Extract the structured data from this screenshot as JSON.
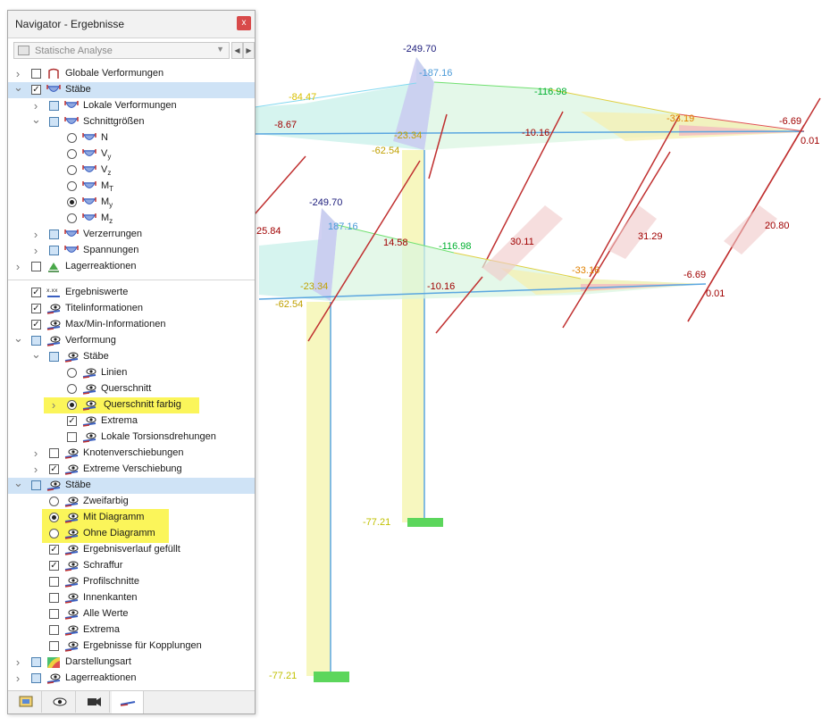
{
  "window": {
    "title": "Navigator - Ergebnisse",
    "close_label": "x"
  },
  "combo": {
    "value": "Statische Analyse"
  },
  "tree": [
    {
      "id": "globale",
      "label": "Globale Verformungen",
      "level": 0,
      "expander": "closed",
      "control": "checkbox",
      "state": "off",
      "icon": "deformation-icon"
    },
    {
      "id": "staebe",
      "label": "Stäbe",
      "level": 0,
      "expander": "open",
      "control": "checkbox",
      "state": "on",
      "icon": "member-moment-icon",
      "selected": true
    },
    {
      "id": "lokale",
      "label": "Lokale Verformungen",
      "level": 1,
      "expander": "closed",
      "control": "checkbox",
      "state": "partial",
      "icon": "member-moment-icon"
    },
    {
      "id": "schnitt",
      "label": "Schnittgrößen",
      "level": 1,
      "expander": "open",
      "control": "checkbox",
      "state": "partial",
      "icon": "member-moment-icon"
    },
    {
      "id": "n",
      "label": "N",
      "sub": "",
      "level": 2,
      "control": "radio",
      "state": "off",
      "icon": "member-moment-icon"
    },
    {
      "id": "vy",
      "label": "V",
      "sub": "y",
      "level": 2,
      "control": "radio",
      "state": "off",
      "icon": "member-moment-icon"
    },
    {
      "id": "vz",
      "label": "V",
      "sub": "z",
      "level": 2,
      "control": "radio",
      "state": "off",
      "icon": "member-moment-icon"
    },
    {
      "id": "mt",
      "label": "M",
      "sub": "T",
      "level": 2,
      "control": "radio",
      "state": "off",
      "icon": "member-moment-icon"
    },
    {
      "id": "my",
      "label": "M",
      "sub": "y",
      "level": 2,
      "control": "radio",
      "state": "on",
      "icon": "member-moment-icon"
    },
    {
      "id": "mz",
      "label": "M",
      "sub": "z",
      "level": 2,
      "control": "radio",
      "state": "off",
      "icon": "member-moment-icon"
    },
    {
      "id": "verzerr",
      "label": "Verzerrungen",
      "level": 1,
      "expander": "closed",
      "control": "checkbox",
      "state": "partial",
      "icon": "member-moment-icon"
    },
    {
      "id": "spann",
      "label": "Spannungen",
      "level": 1,
      "expander": "closed",
      "control": "checkbox",
      "state": "partial",
      "icon": "member-moment-icon"
    },
    {
      "id": "lager1",
      "label": "Lagerreaktionen",
      "level": 0,
      "expander": "closed",
      "control": "checkbox",
      "state": "off",
      "icon": "support-icon"
    },
    {
      "separator": true
    },
    {
      "id": "ergwerte",
      "label": "Ergebniswerte",
      "level": 0,
      "control": "checkbox",
      "state": "on",
      "icon": "values-icon"
    },
    {
      "id": "titel",
      "label": "Titelinformationen",
      "level": 0,
      "control": "checkbox",
      "state": "on",
      "icon": "display-icon"
    },
    {
      "id": "maxmin",
      "label": "Max/Min-Informationen",
      "level": 0,
      "control": "checkbox",
      "state": "on",
      "icon": "display-icon"
    },
    {
      "id": "verf",
      "label": "Verformung",
      "level": 0,
      "expander": "open",
      "control": "checkbox",
      "state": "partial",
      "icon": "display-icon"
    },
    {
      "id": "verfstaebe",
      "label": "Stäbe",
      "level": 1,
      "expander": "open",
      "control": "checkbox",
      "state": "partial",
      "icon": "display-icon"
    },
    {
      "id": "linien",
      "label": "Linien",
      "level": 2,
      "control": "radio",
      "state": "off",
      "icon": "display-icon"
    },
    {
      "id": "querschnitt",
      "label": "Querschnitt",
      "level": 2,
      "control": "radio",
      "state": "off",
      "icon": "display-icon"
    },
    {
      "id": "qfarbig",
      "label": "Querschnitt farbig",
      "level": 2,
      "expander": "closed",
      "control": "radio",
      "state": "on",
      "icon": "display-icon",
      "highlight": true
    },
    {
      "id": "extrema1",
      "label": "Extrema",
      "level": 2,
      "control": "checkbox",
      "state": "on",
      "icon": "display-icon"
    },
    {
      "id": "torsion",
      "label": "Lokale Torsionsdrehungen",
      "level": 2,
      "control": "checkbox",
      "state": "off",
      "icon": "display-icon"
    },
    {
      "id": "knoten",
      "label": "Knotenverschiebungen",
      "level": 1,
      "expander": "closed",
      "control": "checkbox",
      "state": "off",
      "icon": "display-icon"
    },
    {
      "id": "extrverschieb",
      "label": "Extreme Verschiebung",
      "level": 1,
      "expander": "closed",
      "control": "checkbox",
      "state": "on",
      "icon": "display-icon"
    },
    {
      "id": "staebe2",
      "label": "Stäbe",
      "level": 0,
      "expander": "open",
      "control": "checkbox",
      "state": "partial",
      "icon": "display-icon",
      "selected": true
    },
    {
      "id": "zweifarbig",
      "label": "Zweifarbig",
      "level": 1,
      "control": "radio",
      "state": "off",
      "icon": "display-icon"
    },
    {
      "id": "mitdiag",
      "label": "Mit Diagramm",
      "level": 1,
      "control": "radio",
      "state": "on",
      "icon": "display-icon",
      "highlightbox": true
    },
    {
      "id": "ohnediag",
      "label": "Ohne Diagramm",
      "level": 1,
      "control": "radio",
      "state": "off",
      "icon": "display-icon",
      "highlightbox": true
    },
    {
      "id": "gefuellt",
      "label": "Ergebnisverlauf gefüllt",
      "level": 1,
      "control": "checkbox",
      "state": "on",
      "icon": "display-icon"
    },
    {
      "id": "schraffur",
      "label": "Schraffur",
      "level": 1,
      "control": "checkbox",
      "state": "on",
      "icon": "display-icon"
    },
    {
      "id": "profil",
      "label": "Profilschnitte",
      "level": 1,
      "control": "checkbox",
      "state": "off",
      "icon": "display-icon"
    },
    {
      "id": "innen",
      "label": "Innenkanten",
      "level": 1,
      "control": "checkbox",
      "state": "off",
      "icon": "display-icon"
    },
    {
      "id": "allewerte",
      "label": "Alle Werte",
      "level": 1,
      "control": "checkbox",
      "state": "off",
      "icon": "display-icon"
    },
    {
      "id": "extrema2",
      "label": "Extrema",
      "level": 1,
      "control": "checkbox",
      "state": "off",
      "icon": "display-icon"
    },
    {
      "id": "kopplungen",
      "label": "Ergebnisse für Kopplungen",
      "level": 1,
      "control": "checkbox",
      "state": "off",
      "icon": "display-icon"
    },
    {
      "id": "darstellung",
      "label": "Darstellungsart",
      "level": 0,
      "expander": "closed",
      "control": "checkbox",
      "state": "partial",
      "icon": "color-scale-icon"
    },
    {
      "id": "lager2",
      "label": "Lagerreaktionen",
      "level": 0,
      "expander": "closed",
      "control": "checkbox",
      "state": "partial",
      "icon": "display-icon"
    }
  ],
  "bottom_tabs": [
    {
      "id": "data",
      "icon": "data-tab-icon"
    },
    {
      "id": "view",
      "icon": "eye-tab-icon"
    },
    {
      "id": "camera",
      "icon": "camera-tab-icon"
    },
    {
      "id": "results",
      "icon": "results-tab-icon",
      "active": true
    }
  ],
  "viewport": {
    "value_labels": [
      {
        "text": "-249.70",
        "color": "#1a1a7a"
      },
      {
        "text": "-187.16",
        "color": "#4a9ad8"
      },
      {
        "text": "-84.47",
        "color": "#d8c000"
      },
      {
        "text": "-8.67",
        "color": "#a00000"
      },
      {
        "text": "-23.34",
        "color": "#c0a000"
      },
      {
        "text": "-62.54",
        "color": "#c0a000"
      },
      {
        "text": "-116.98",
        "color": "#00b030"
      },
      {
        "text": "-10.16",
        "color": "#a00000"
      },
      {
        "text": "-33.19",
        "color": "#e08000"
      },
      {
        "text": "-6.69",
        "color": "#a00000"
      },
      {
        "text": "0.01",
        "color": "#a00000"
      },
      {
        "text": "-249.70",
        "color": "#1a1a7a"
      },
      {
        "text": "187.16",
        "color": "#4a9ad8"
      },
      {
        "text": "25.84",
        "color": "#a00000"
      },
      {
        "text": "14.58",
        "color": "#a00000"
      },
      {
        "text": "-116.98",
        "color": "#00b030"
      },
      {
        "text": "30.11",
        "color": "#a00000"
      },
      {
        "text": "31.29",
        "color": "#a00000"
      },
      {
        "text": "20.80",
        "color": "#a00000"
      },
      {
        "text": "-23.34",
        "color": "#c0a000"
      },
      {
        "text": "-62.54",
        "color": "#c0a000"
      },
      {
        "text": "-10.16",
        "color": "#a00000"
      },
      {
        "text": "-33.16",
        "color": "#e08000"
      },
      {
        "text": "-6.69",
        "color": "#a00000"
      },
      {
        "text": "0.01",
        "color": "#a00000"
      },
      {
        "text": "-77.21",
        "color": "#c0c000"
      },
      {
        "text": "-77.21",
        "color": "#c0c000"
      }
    ]
  }
}
